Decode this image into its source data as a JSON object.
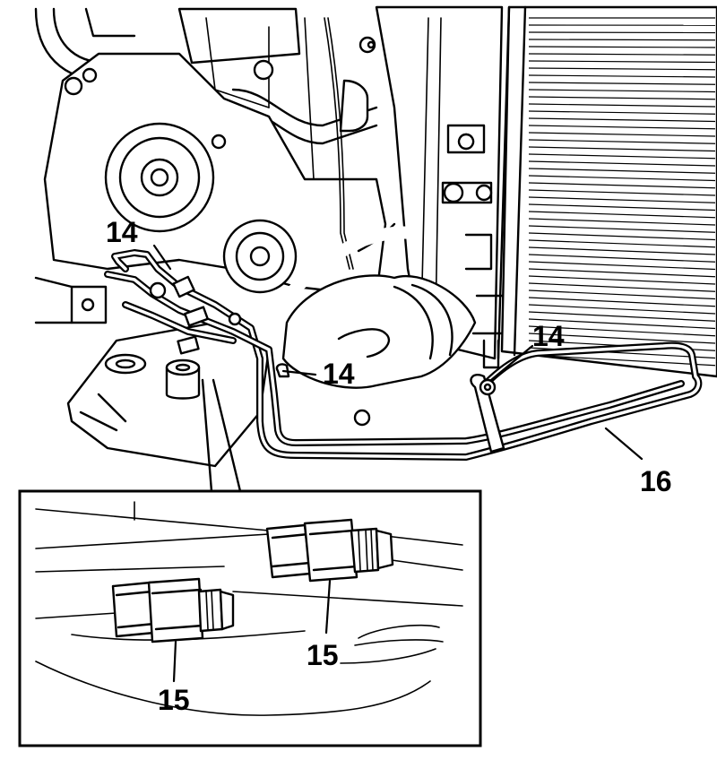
{
  "callouts": {
    "pipe_fasteners": "14",
    "union_nuts": "15",
    "cooler_pipe": "16"
  },
  "colors": {
    "line": "#000000",
    "background": "#ffffff"
  }
}
